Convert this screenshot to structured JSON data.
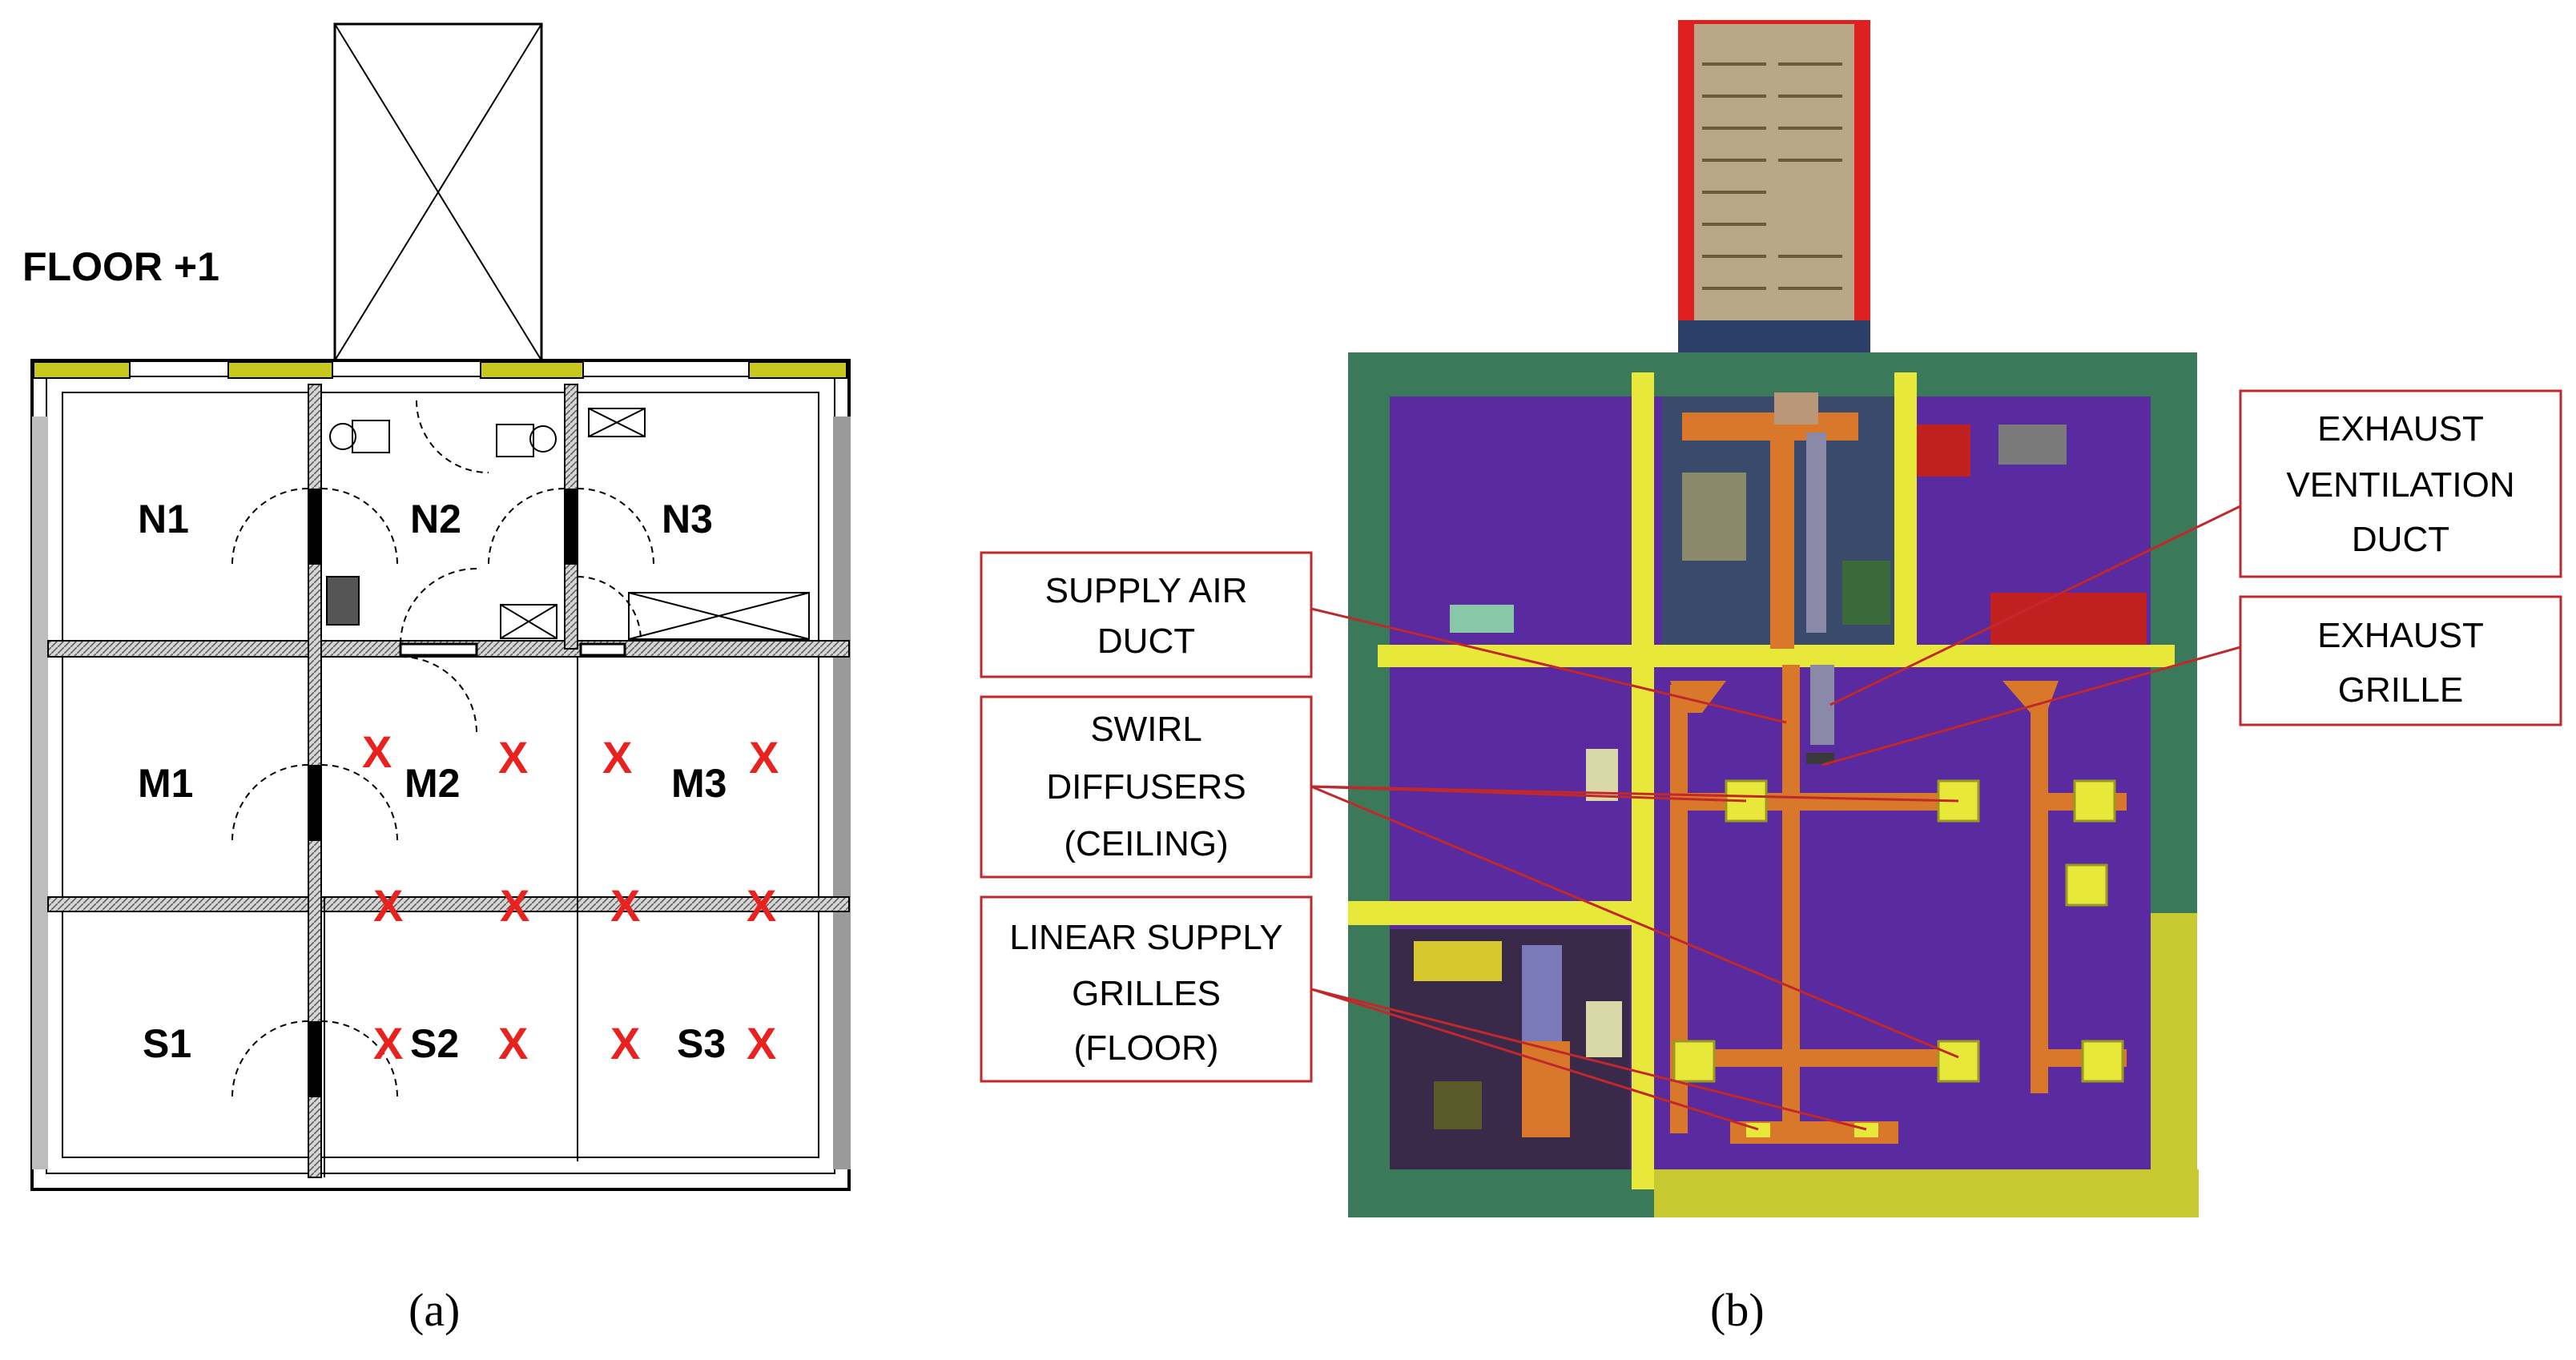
{
  "panel_a": {
    "caption": "(a)",
    "floor_label": "FLOOR +1",
    "rooms": {
      "n1": "N1",
      "n2": "N2",
      "n3": "N3",
      "m1": "M1",
      "m2": "M2",
      "m3": "M3",
      "s1": "S1",
      "s2": "S2",
      "s3": "S3"
    },
    "marker_symbol": "X",
    "colors": {
      "marker": "#e8231f",
      "window_band": "#c8c81e",
      "wall_hatch": "#b0b0b0"
    }
  },
  "panel_b": {
    "caption": "(b)",
    "callouts": {
      "supply_air_duct": [
        "SUPPLY AIR",
        "DUCT"
      ],
      "swirl_diffusers": [
        "SWIRL",
        "DIFFUSERS",
        "(CEILING)"
      ],
      "linear_supply_grilles": [
        "LINEAR SUPPLY",
        "GRILLES",
        "(FLOOR)"
      ],
      "exhaust_ventilation_duct": [
        "EXHAUST",
        "VENTILATION",
        "DUCT"
      ],
      "exhaust_grille": [
        "EXHAUST",
        "GRILLE"
      ]
    },
    "colors": {
      "floor": "#5a2aa0",
      "walls": "#3a7a5a",
      "beams": "#e8e83a",
      "duct": "#d9782a",
      "callout_border": "#c0282c",
      "stair_frame": "#e02020"
    }
  }
}
